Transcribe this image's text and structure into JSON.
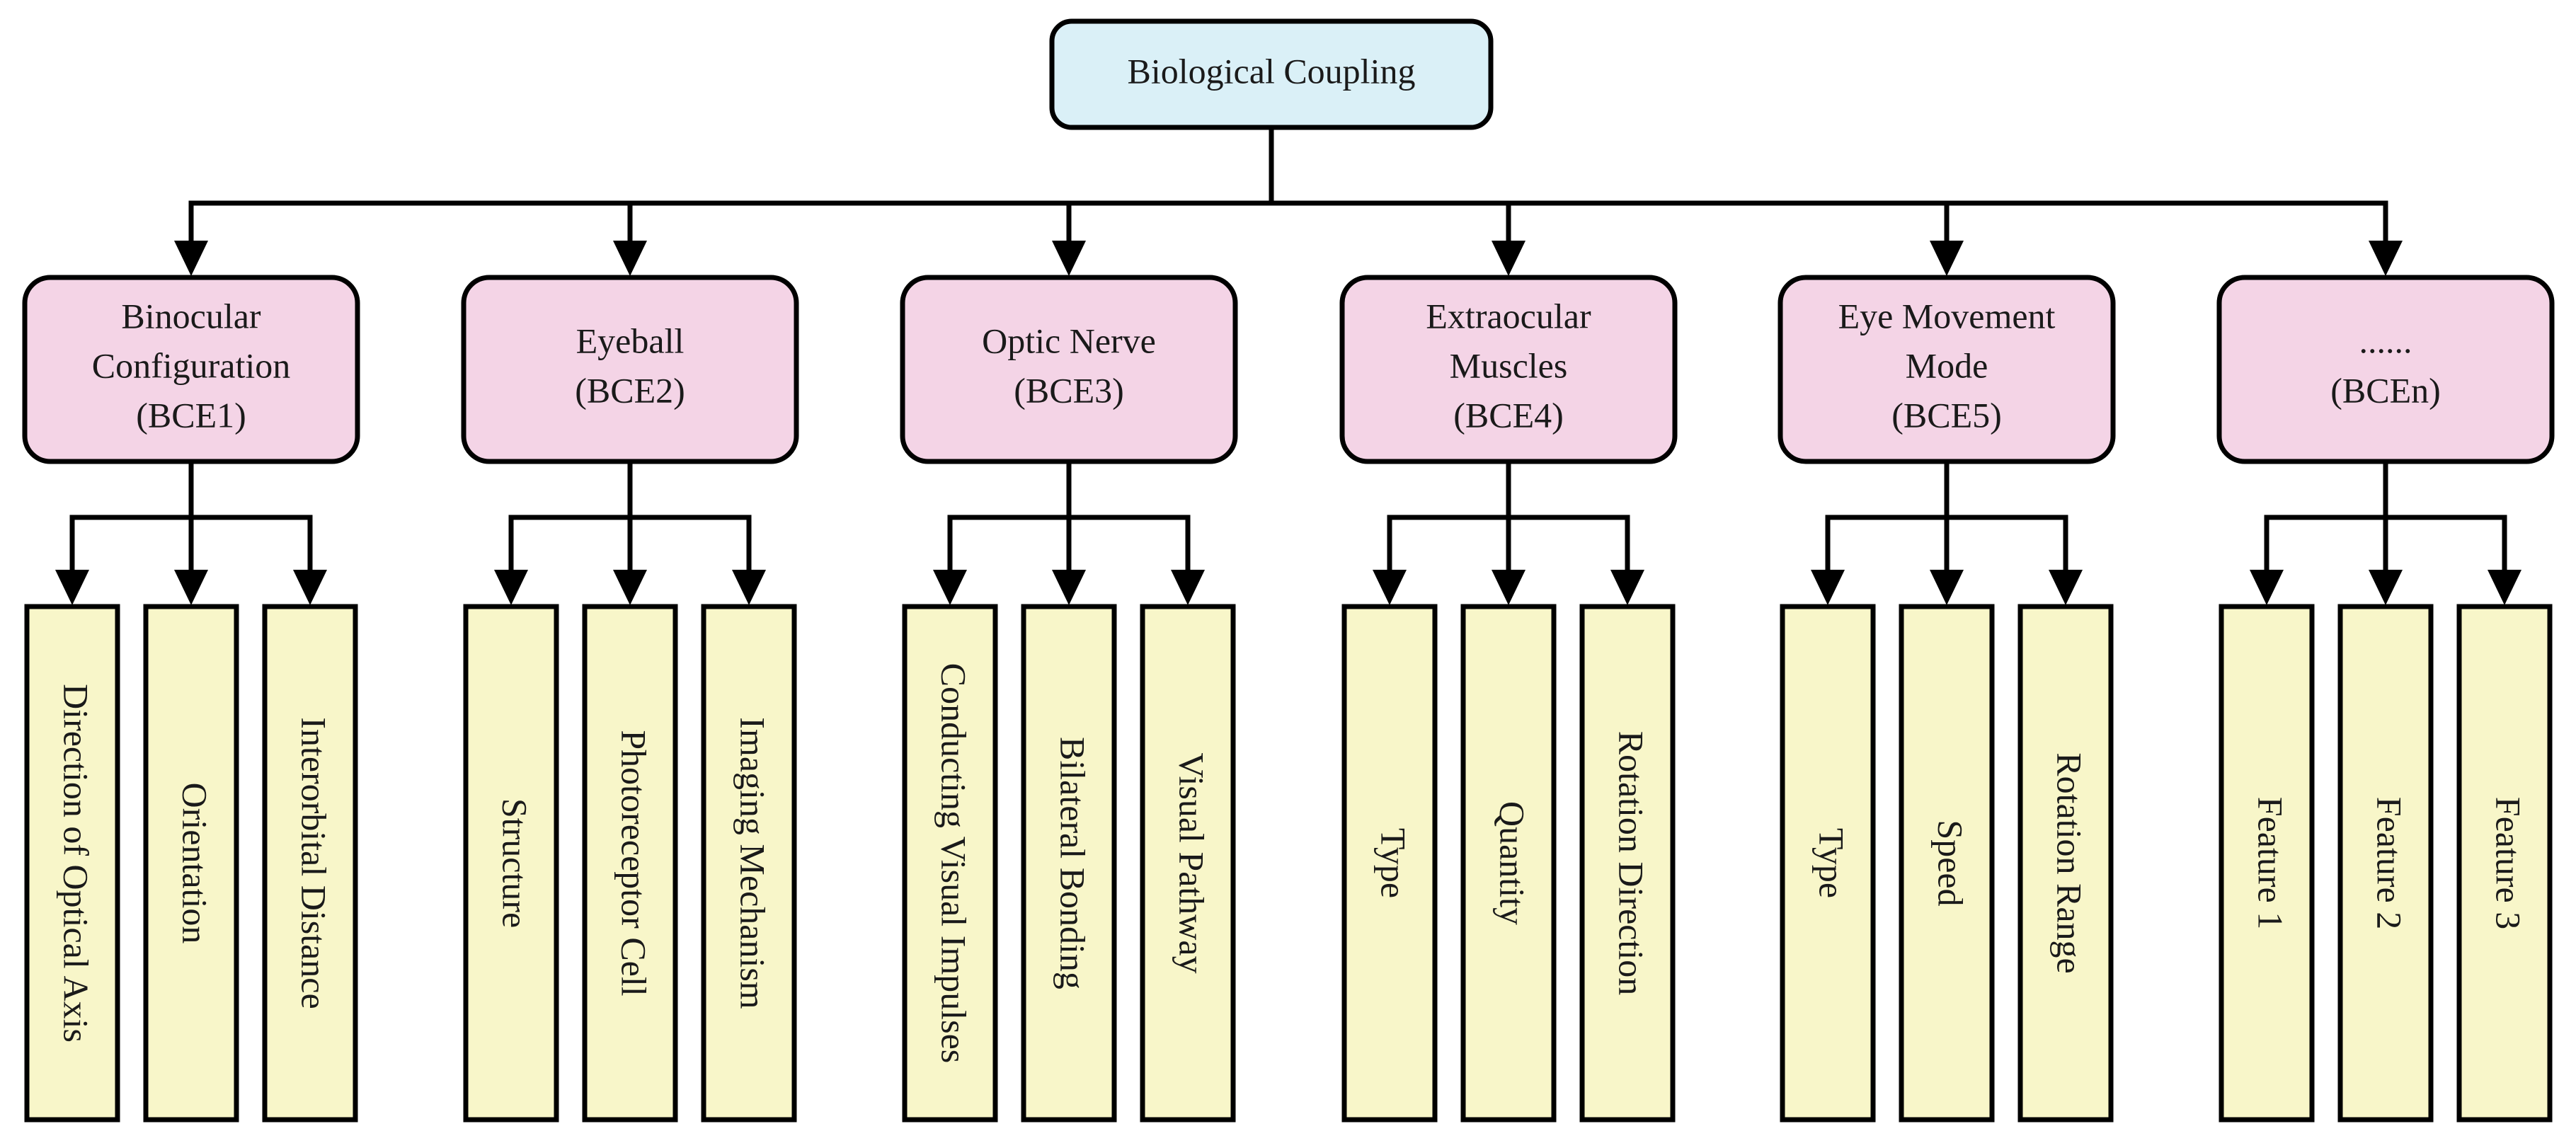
{
  "root": {
    "label": "Biological Coupling"
  },
  "groups": [
    {
      "lines": [
        "Binocular",
        "Configuration",
        "(BCE1)"
      ],
      "children": [
        "Direction of Optical Axis",
        "Orientation",
        "Interorbital Distance"
      ]
    },
    {
      "lines": [
        "Eyeball",
        "(BCE2)"
      ],
      "children": [
        "Structure",
        "Photoreceptor Cell",
        "Imaging Mechanism"
      ]
    },
    {
      "lines": [
        "Optic Nerve",
        "(BCE3)"
      ],
      "children": [
        "Conducting Visual Impulses",
        "Bilateral Bonding",
        "Visual Pathway"
      ]
    },
    {
      "lines": [
        "Extraocular",
        "Muscles",
        "(BCE4)"
      ],
      "children": [
        "Type",
        "Quantity",
        "Rotation Direction"
      ]
    },
    {
      "lines": [
        "Eye Movement",
        "Mode",
        "(BCE5)"
      ],
      "children": [
        "Type",
        "Speed",
        "Rotation Range"
      ]
    },
    {
      "lines": [
        "......",
        "(BCEn)"
      ],
      "children": [
        "Feature 1",
        "Feature 2",
        "Feature 3"
      ]
    }
  ],
  "colors": {
    "root_fill": "#daf0f7",
    "group_fill": "#f4d4e6",
    "leaf_fill": "#f8f6c9",
    "stroke": "#000000"
  }
}
